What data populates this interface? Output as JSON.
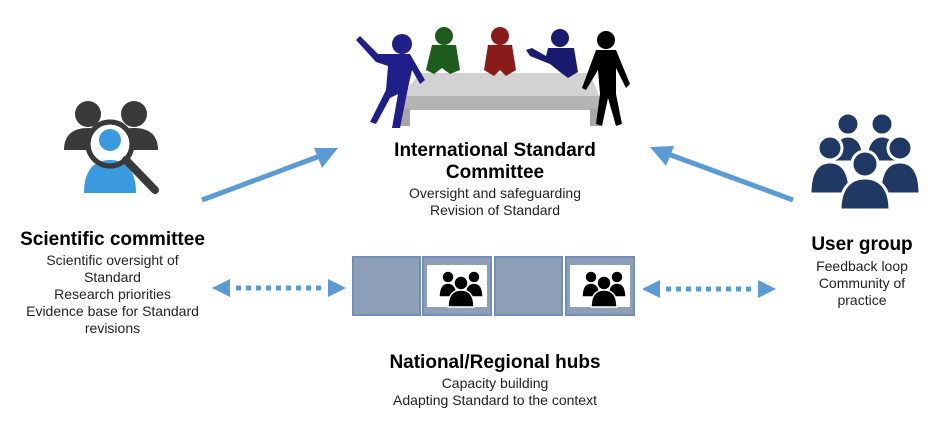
{
  "colors": {
    "arrow": "#5b9bd5",
    "hub_fill": "#8ea0b8",
    "hub_border": "#6f8fb8",
    "user_group_icon": "#1f3864",
    "scientific_icon_dark": "#3a3a3a",
    "scientific_icon_accent": "#3a9ae0",
    "person_blue": "#1f1f8a",
    "person_green": "#1e5c1e",
    "person_red": "#8b1a1a",
    "person_navy": "#1a1a6e",
    "person_black": "#000000",
    "table": "#c8c8c8"
  },
  "international_committee": {
    "icon": "meeting-table-people-icon",
    "title_line1": "International Standard",
    "title_line2": "Committee",
    "lines": [
      "Oversight and safeguarding",
      "Revision of Standard"
    ]
  },
  "scientific_committee": {
    "icon": "people-magnifier-icon",
    "title": "Scientific committee",
    "lines": [
      "Scientific oversight of",
      "Standard",
      "Research priorities",
      "Evidence base for Standard",
      "revisions"
    ]
  },
  "user_group": {
    "icon": "group-people-icon",
    "title": "User group",
    "lines": [
      "Feedback loop",
      "Community of",
      "practice"
    ]
  },
  "hubs": {
    "icon": "group-people-icon",
    "title": "National/Regional hubs",
    "lines": [
      "Capacity building",
      "Adapting Standard to the context"
    ]
  },
  "connectors": [
    {
      "from": "scientific_committee",
      "to": "international_committee",
      "style": "solid-arrow"
    },
    {
      "from": "user_group",
      "to": "international_committee",
      "style": "solid-arrow"
    },
    {
      "between": [
        "scientific_committee",
        "hubs"
      ],
      "style": "dotted-double-arrow"
    },
    {
      "between": [
        "hubs",
        "user_group"
      ],
      "style": "dotted-double-arrow"
    }
  ]
}
